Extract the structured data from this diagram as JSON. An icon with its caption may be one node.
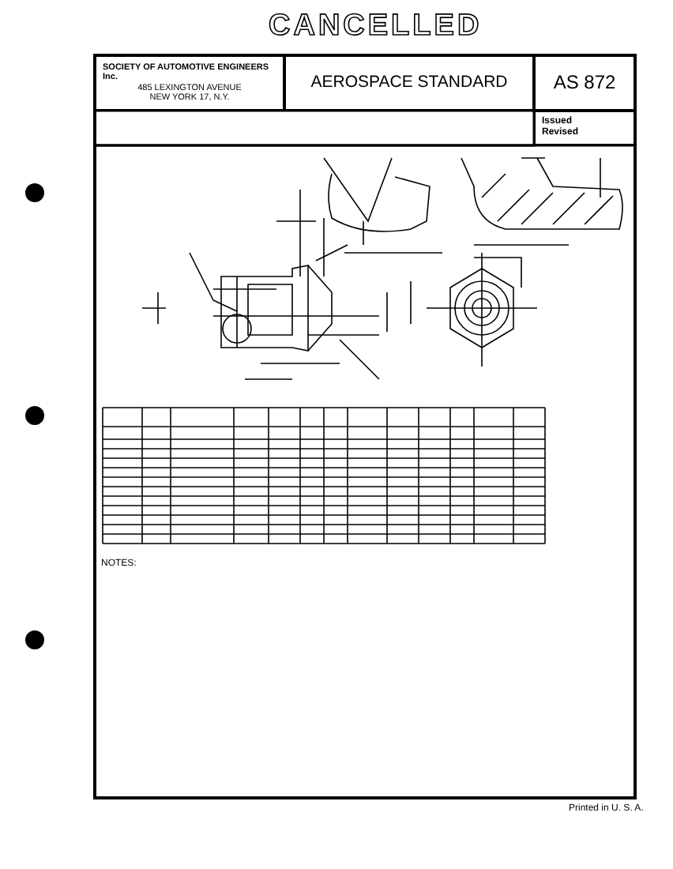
{
  "diagram": {
    "nodes": [
      {
        "text": [
          "SOCIETY OF AUTOMOTIVE ENGINEERS Inc.",
          "485 LEXINGTON AVENUE",
          "NEW YORK 17, N.Y."
        ]
      },
      {
        "text": [
          "AEROSPACE STANDARD"
        ]
      },
      {
        "text": [
          "AS 872"
        ]
      },
      {
        "text": [
          "Issued",
          "Revised"
        ]
      }
    ],
    "labels": [
      "CANCELLED",
      "NOTES:",
      "Printed in U. S. A."
    ]
  }
}
